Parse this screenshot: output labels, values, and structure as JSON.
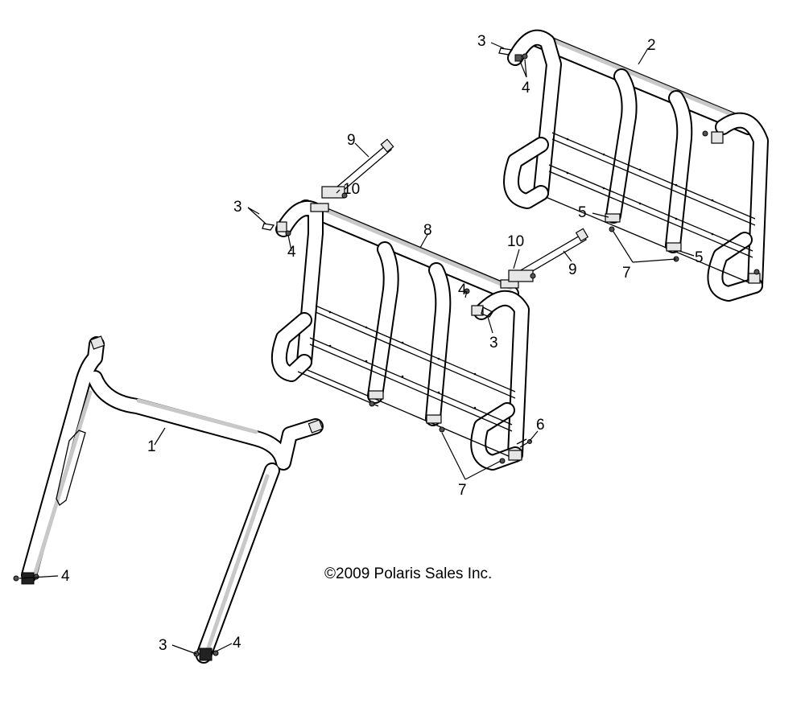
{
  "diagram": {
    "copyright": "©2009 Polaris Sales Inc.",
    "callouts": [
      "1",
      "2",
      "3",
      "4",
      "5",
      "6",
      "7",
      "8",
      "9",
      "10"
    ]
  }
}
